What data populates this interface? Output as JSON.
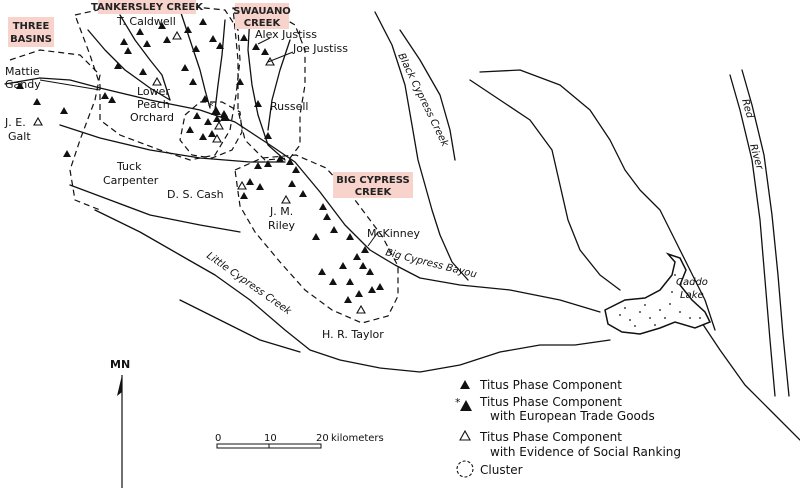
{
  "clusters": [
    {
      "id": "three-basins",
      "label_lines": [
        "THREE",
        "BASINS"
      ]
    },
    {
      "id": "tankersley",
      "label_lines": [
        "TANKERSLEY CREEK"
      ]
    },
    {
      "id": "swauano",
      "label_lines": [
        "SWAUANO",
        "CREEK"
      ]
    },
    {
      "id": "big-cypress",
      "label_lines": [
        "BIG CYPRESS",
        "CREEK"
      ]
    }
  ],
  "places": [
    {
      "id": "t-caldwell",
      "lines": [
        "T. Caldwell"
      ]
    },
    {
      "id": "alex-justiss",
      "lines": [
        "Alex Justiss"
      ]
    },
    {
      "id": "joe-justiss",
      "lines": [
        "Joe Justiss"
      ]
    },
    {
      "id": "mattie-gandy",
      "lines": [
        "Mattie",
        "Gandy"
      ]
    },
    {
      "id": "lower-peach-orchard",
      "lines": [
        "Lower",
        "Peach",
        "Orchard"
      ]
    },
    {
      "id": "russell",
      "lines": [
        "Russell"
      ]
    },
    {
      "id": "je-galt",
      "lines": [
        "J. E.",
        "Galt"
      ]
    },
    {
      "id": "tuck-carpenter",
      "lines": [
        "Tuck",
        "Carpenter"
      ]
    },
    {
      "id": "ds-cash",
      "lines": [
        "D. S. Cash"
      ]
    },
    {
      "id": "jm-riley",
      "lines": [
        "J. M.",
        "Riley"
      ]
    },
    {
      "id": "mckinney",
      "lines": [
        "McKinney"
      ]
    },
    {
      "id": "hr-taylor",
      "lines": [
        "H. R. Taylor"
      ]
    }
  ],
  "waters": [
    {
      "id": "black-cypress-creek",
      "label": "Black Cypress Creek"
    },
    {
      "id": "big-cypress-bayou",
      "label": "Big Cypress Bayou"
    },
    {
      "id": "little-cypress-creek",
      "label": "Little Cypress Creek"
    },
    {
      "id": "caddo-lake",
      "label_lines": [
        "Caddo",
        "Lake"
      ]
    },
    {
      "id": "red-river",
      "label_lines": [
        "Red",
        "River"
      ]
    }
  ],
  "north": {
    "label": "MN"
  },
  "scale": {
    "ticks": [
      "0",
      "10",
      "20"
    ],
    "unit": "kilometers"
  },
  "legend": {
    "items": [
      {
        "symbol": "filled-triangle",
        "lines": [
          "Titus Phase Component"
        ]
      },
      {
        "symbol": "starred-triangle",
        "lines": [
          "Titus Phase Component",
          "with European Trade Goods"
        ]
      },
      {
        "symbol": "open-triangle",
        "lines": [
          "Titus Phase Component",
          "with Evidence of Social Ranking"
        ]
      },
      {
        "symbol": "dashed-circle",
        "lines": [
          "Cluster"
        ]
      }
    ]
  },
  "colors": {
    "cluster_highlight": "#f7d3cc",
    "ink": "#111111"
  }
}
